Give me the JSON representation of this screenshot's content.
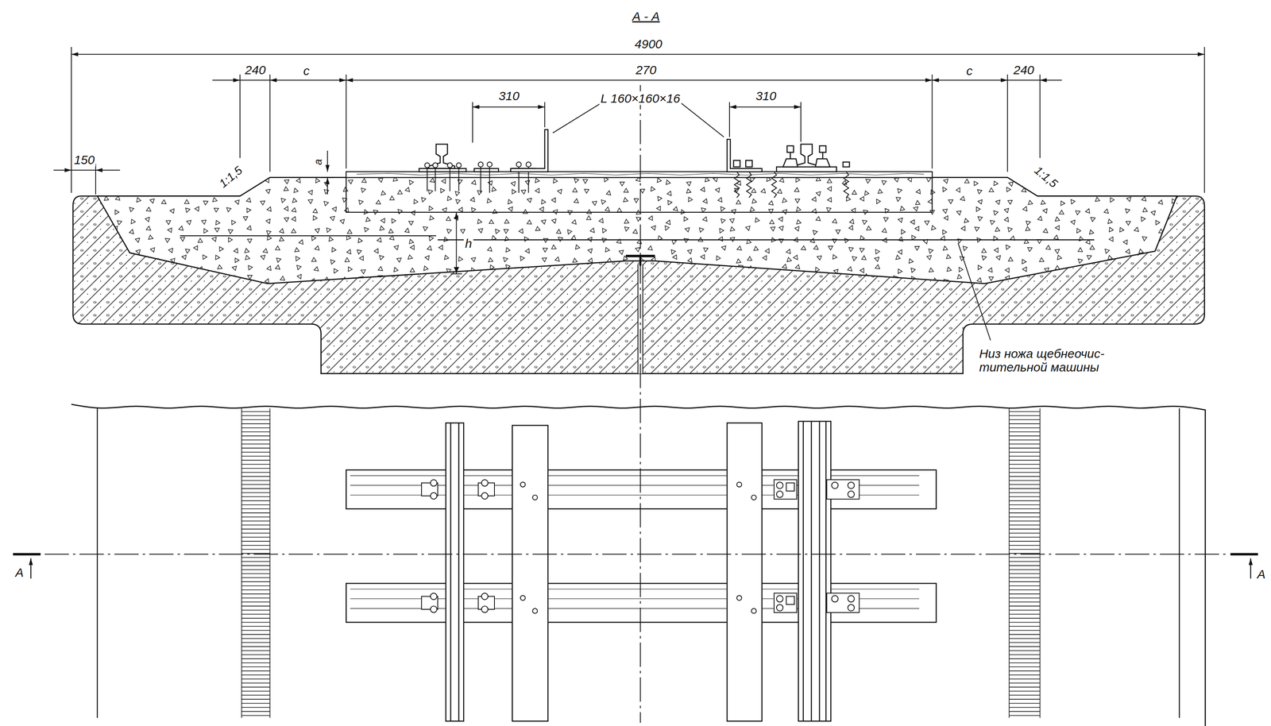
{
  "diagram": {
    "title": "А - А",
    "labels": [
      "4900",
      "240",
      "с",
      "270",
      "с",
      "240",
      "310",
      "310",
      "L 160×160×16",
      "150",
      "1:1,5",
      "1:1,5",
      "а",
      "h",
      "Низ ножа щебнеочис- тительной машины",
      "А",
      "А"
    ]
  }
}
